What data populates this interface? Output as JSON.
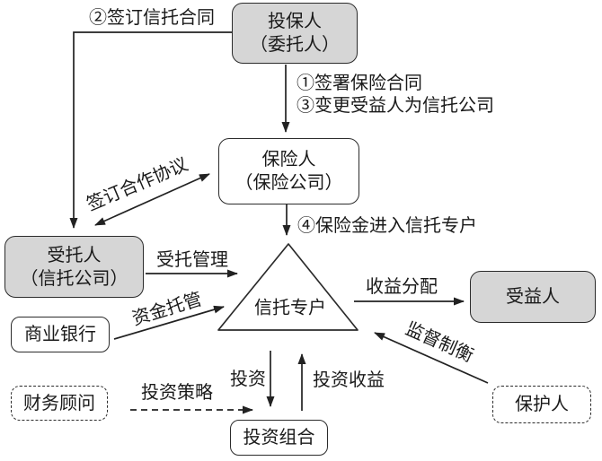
{
  "diagram": {
    "title_hint": "insurance-trust-structure",
    "colors": {
      "node_fill_gray": "#d6d6d6",
      "node_fill_white": "#ffffff",
      "line": "#222222",
      "text": "#1a1a1a",
      "background": "#ffffff"
    },
    "nodes": {
      "policyholder": {
        "line1": "投保人",
        "line2": "（委托人）"
      },
      "insurer": {
        "line1": "保险人",
        "line2": "（保险公司）"
      },
      "trustee": {
        "line1": "受托人",
        "line2": "（信托公司）"
      },
      "commercial_bank": {
        "label": "商业银行"
      },
      "financial_advisor": {
        "label": "财务顾问"
      },
      "trust_account": {
        "label": "信托专户"
      },
      "beneficiary": {
        "label": "受益人"
      },
      "protector": {
        "label": "保护人"
      },
      "portfolio": {
        "label": "投资组合"
      }
    },
    "edges": {
      "sign_trust_contract": "②签订信托合同",
      "sign_insurance_contract": "①签署保险合同",
      "change_beneficiary": "③变更受益人为信托公司",
      "cooperation_agreement": "签订合作协议",
      "insurance_money_to_trust": "④保险金进入信托专户",
      "entrusted_management": "受托管理",
      "fund_custody": "资金托管",
      "income_distribution": "收益分配",
      "supervision_balance": "监督制衡",
      "investment": "投资",
      "investment_income": "投资收益",
      "investment_strategy": "投资策略"
    }
  }
}
